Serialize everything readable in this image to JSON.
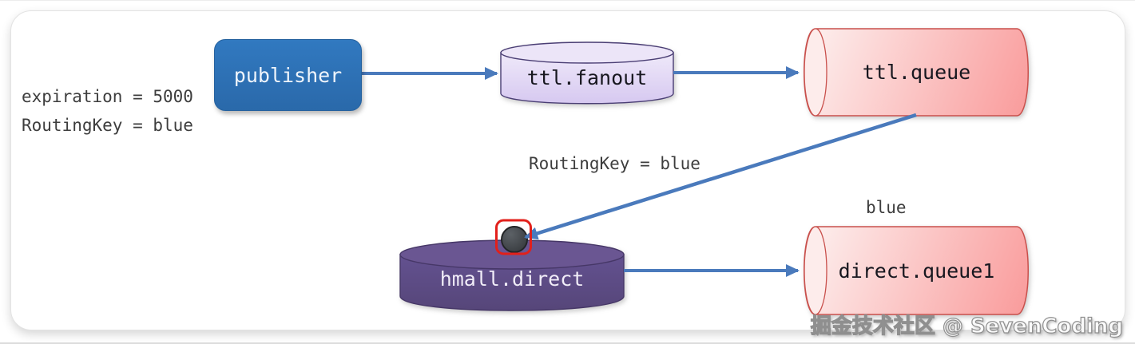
{
  "diagram": {
    "message_properties": {
      "expiration": "expiration = 5000",
      "routing_key": "RoutingKey = blue"
    },
    "edge_labels": {
      "routing_key": "RoutingKey = blue",
      "queue1_binding_key": "blue"
    },
    "nodes": {
      "publisher": "publisher",
      "ttl_fanout": "ttl.fanout",
      "ttl_queue": "ttl.queue",
      "hmall_direct": "hmall.direct",
      "direct_queue1": "direct.queue1"
    },
    "watermark": "掘金技术社区 @ SevenCoding",
    "colors": {
      "publisher_fill": "#2e73b8",
      "fanout_exchange_fill": "#ddd0f3",
      "fanout_exchange_stroke": "#4a3e74",
      "queue_fill_light": "#fdefee",
      "queue_fill_dark": "#f99a9a",
      "queue_stroke": "#c9504c",
      "direct_exchange_fill": "#5d4c85",
      "direct_exchange_stroke": "#463767",
      "arrow": "#4a7abc",
      "ttl_highlight_box": "#e2201b",
      "clock_fill": "#3f4347",
      "annotation_text": "#3d3d3d"
    }
  }
}
